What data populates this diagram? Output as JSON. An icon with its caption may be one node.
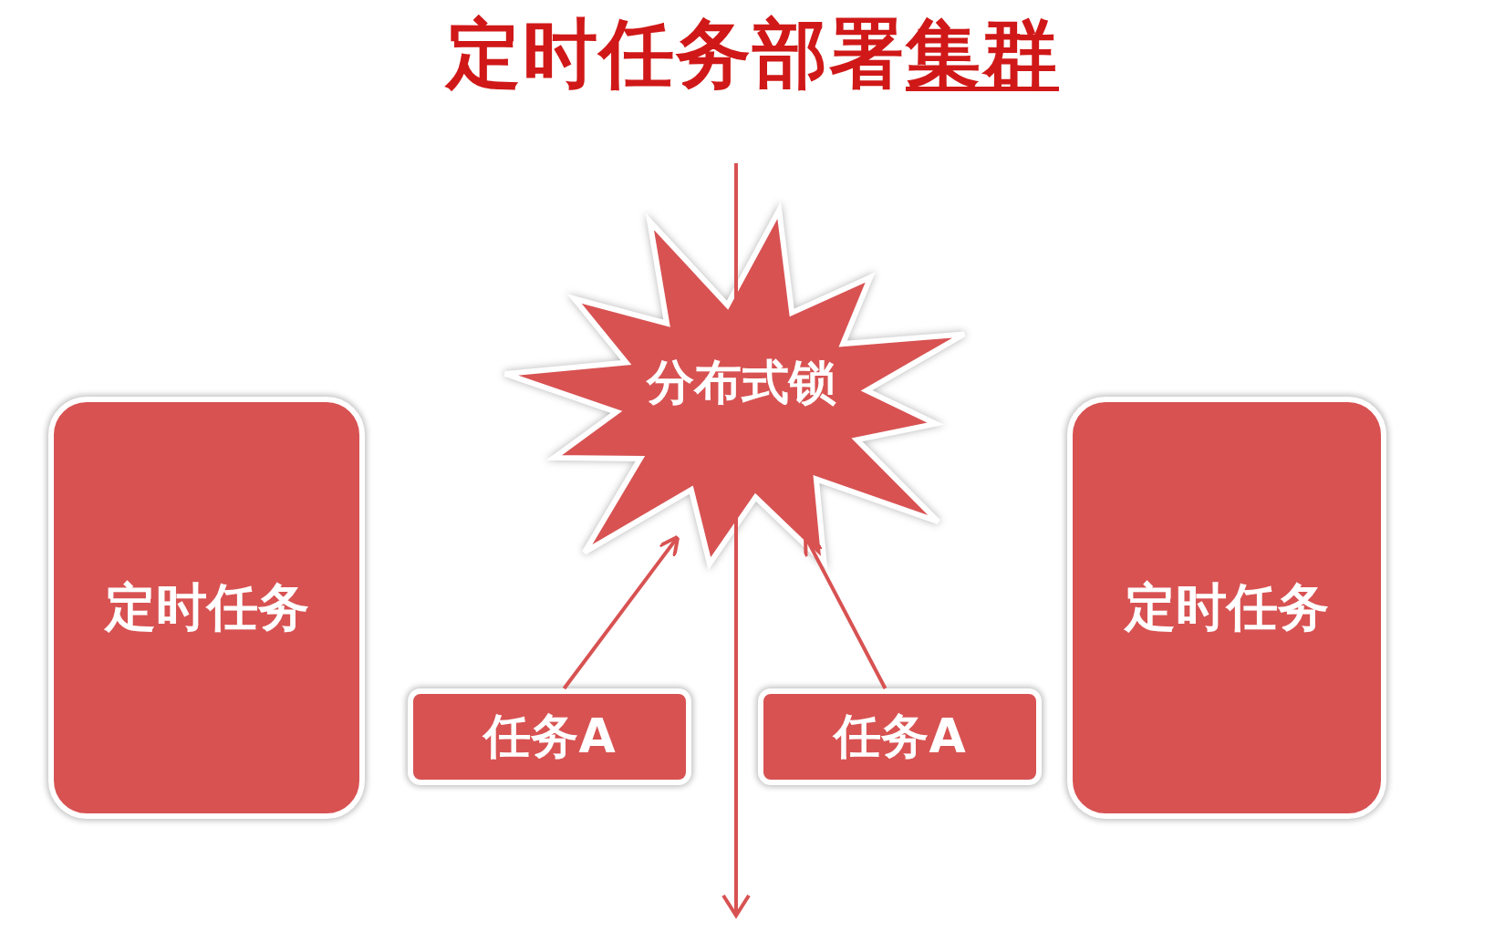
{
  "diagram": {
    "title": "定时任务部署**集群**",
    "nodes": [
      {
        "text": [
          "定时任务"
        ]
      },
      {
        "text": [
          "分布式锁"
        ]
      },
      {
        "text": [
          "任务A"
        ]
      },
      {
        "text": [
          "任务A"
        ]
      },
      {
        "text": [
          "定时任务"
        ]
      }
    ],
    "edges": [
      {
        "from": 2,
        "to": 1,
        "arrow": "to"
      },
      {
        "from": 3,
        "to": 1,
        "arrow": "to"
      }
    ]
  }
}
